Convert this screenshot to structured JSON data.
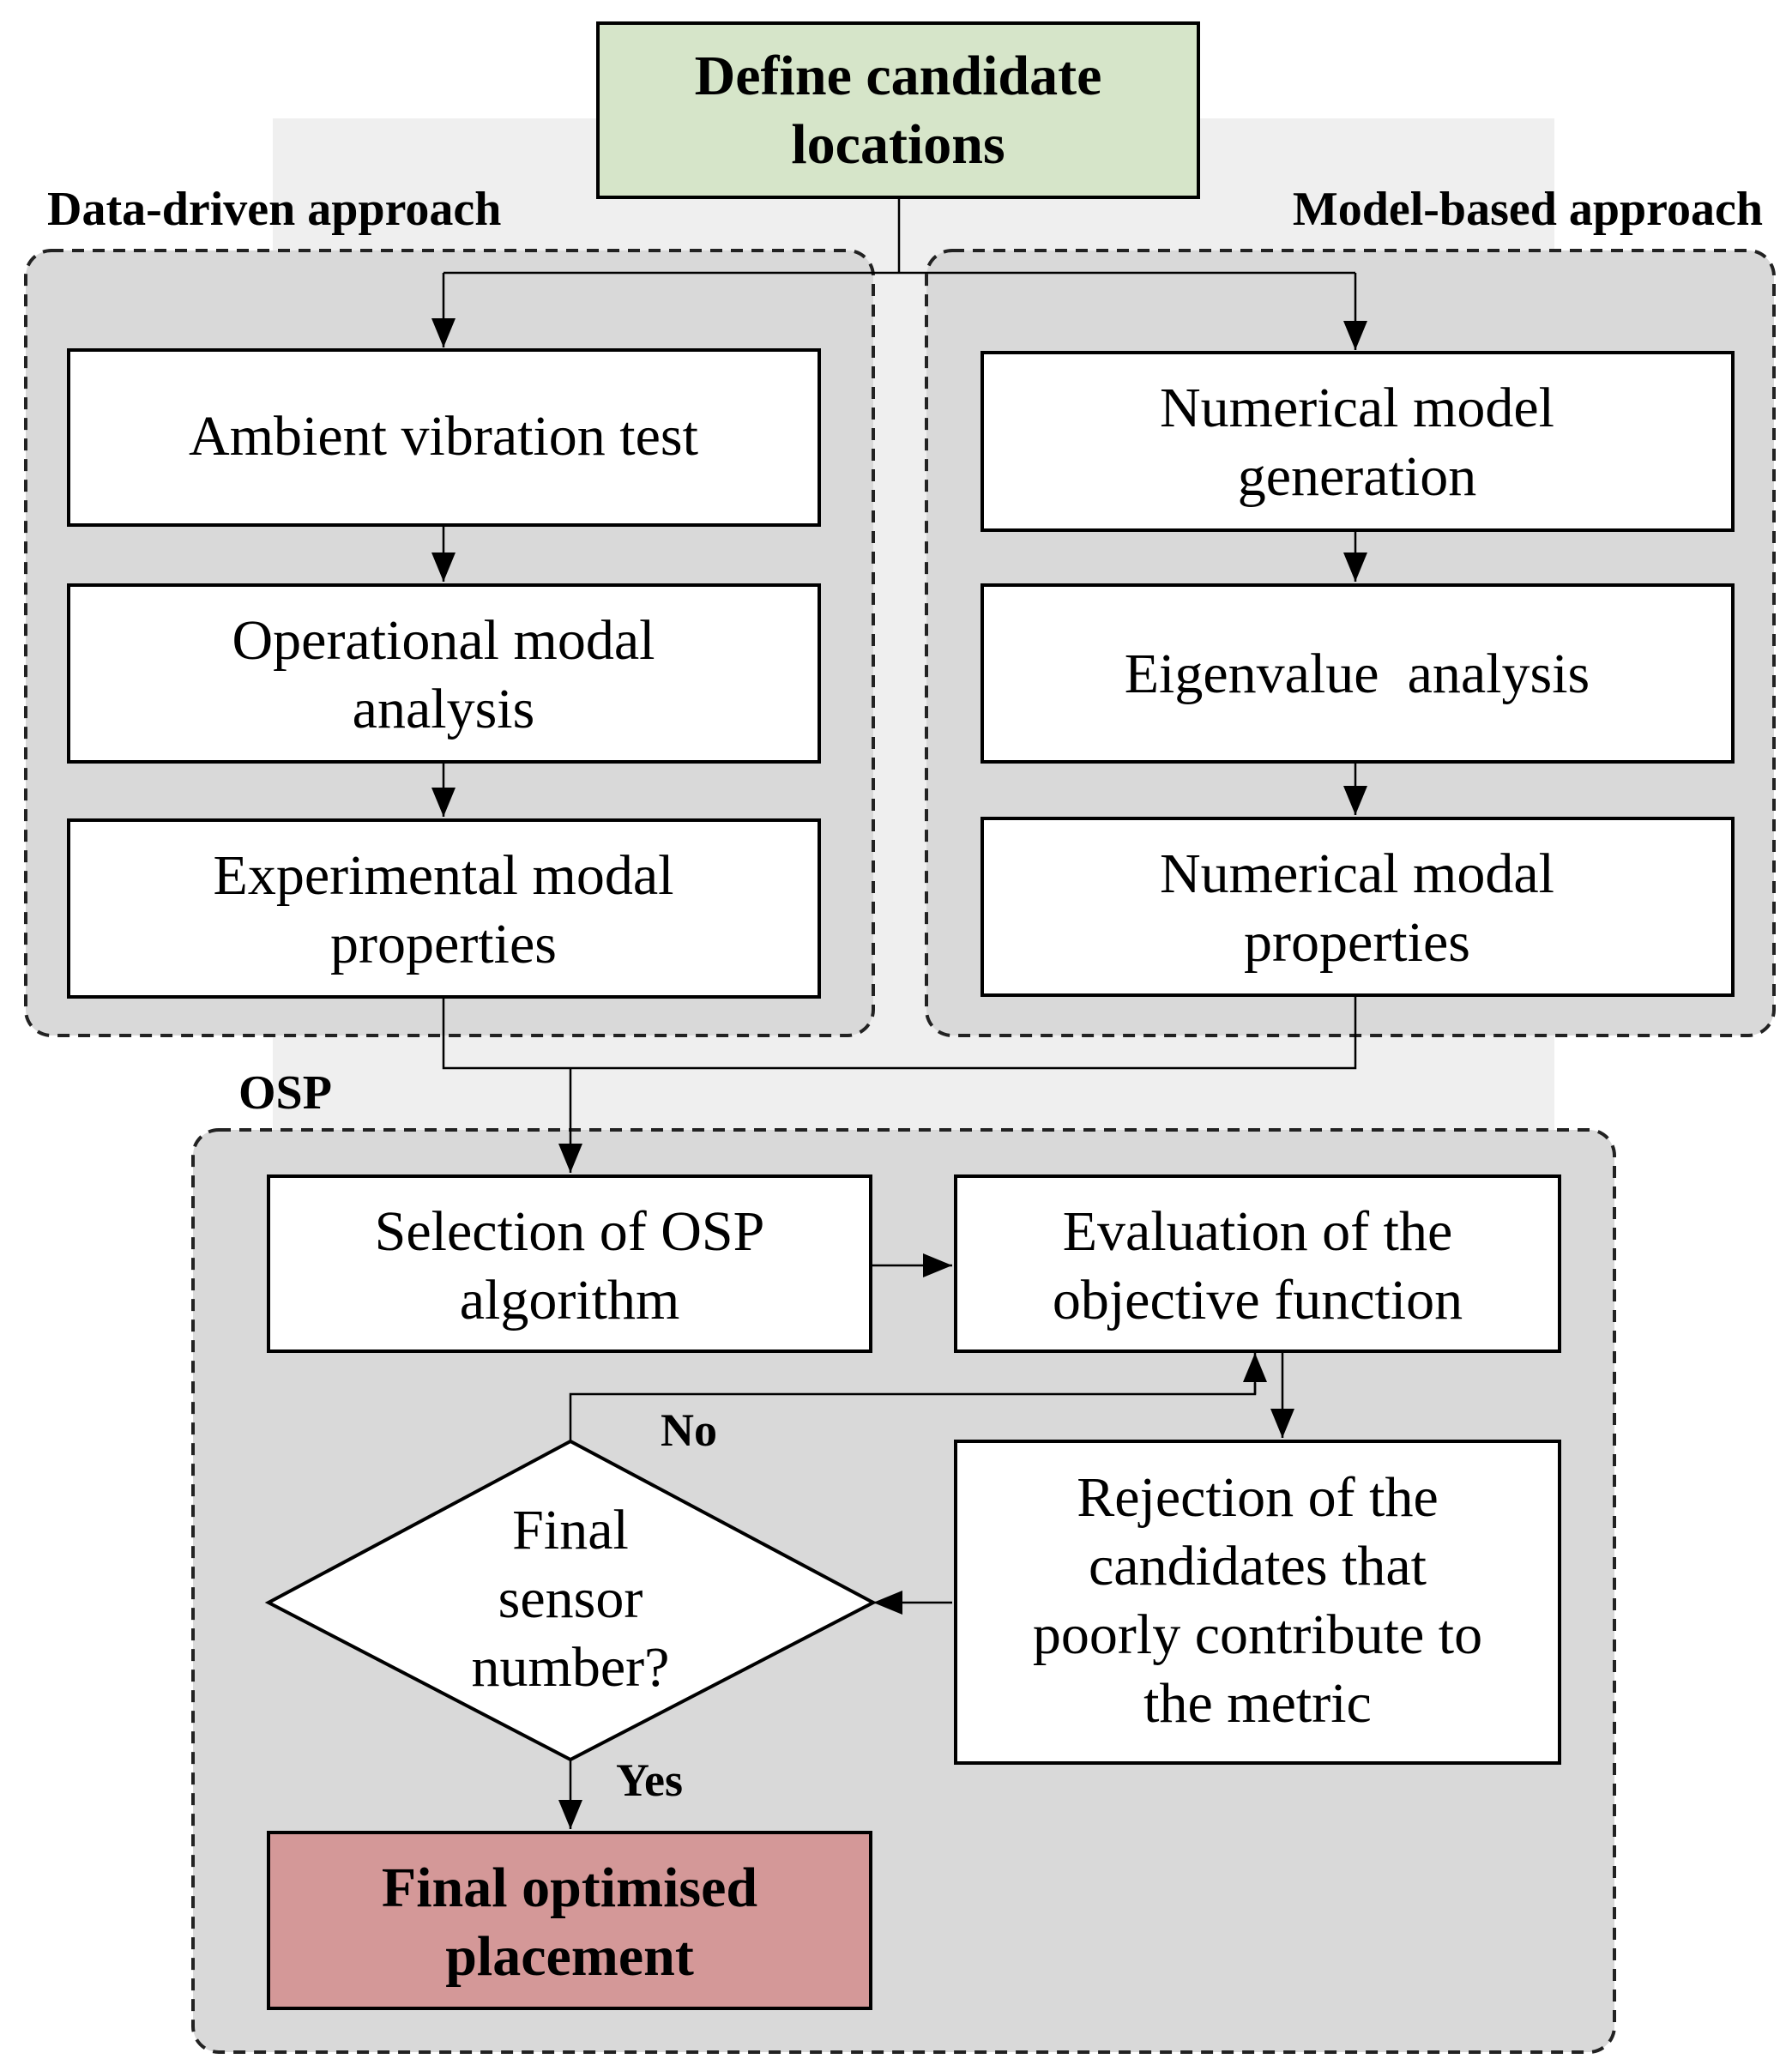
{
  "groups": {
    "data_driven": "Data-driven approach",
    "model_based": "Model-based approach",
    "osp": "OSP"
  },
  "nodes": {
    "define": [
      "Define candidate",
      "locations"
    ],
    "ambient": [
      "Ambient vibration test"
    ],
    "oma": [
      "Operational modal",
      "analysis"
    ],
    "experimental": [
      "Experimental modal",
      "properties"
    ],
    "numerical_model": [
      "Numerical model",
      "generation"
    ],
    "eigen": [
      "Eigenvalue  analysis"
    ],
    "numerical_props": [
      "Numerical modal",
      "properties"
    ],
    "selection": [
      "Selection of OSP",
      "algorithm"
    ],
    "evaluation": [
      "Evaluation of the",
      "objective function"
    ],
    "rejection": [
      "Rejection of the",
      "candidates that",
      "poorly contribute to",
      "the metric"
    ],
    "decision": [
      "Final",
      "sensor",
      "number?"
    ],
    "final": [
      "Final optimised",
      "placement"
    ]
  },
  "edge_labels": {
    "no": "No",
    "yes": "Yes"
  },
  "colors": {
    "start_fill": "#d6e5c9",
    "end_fill": "#d49898",
    "region_fill": "#d9d9d9",
    "backdrop_fill": "#efefef"
  }
}
